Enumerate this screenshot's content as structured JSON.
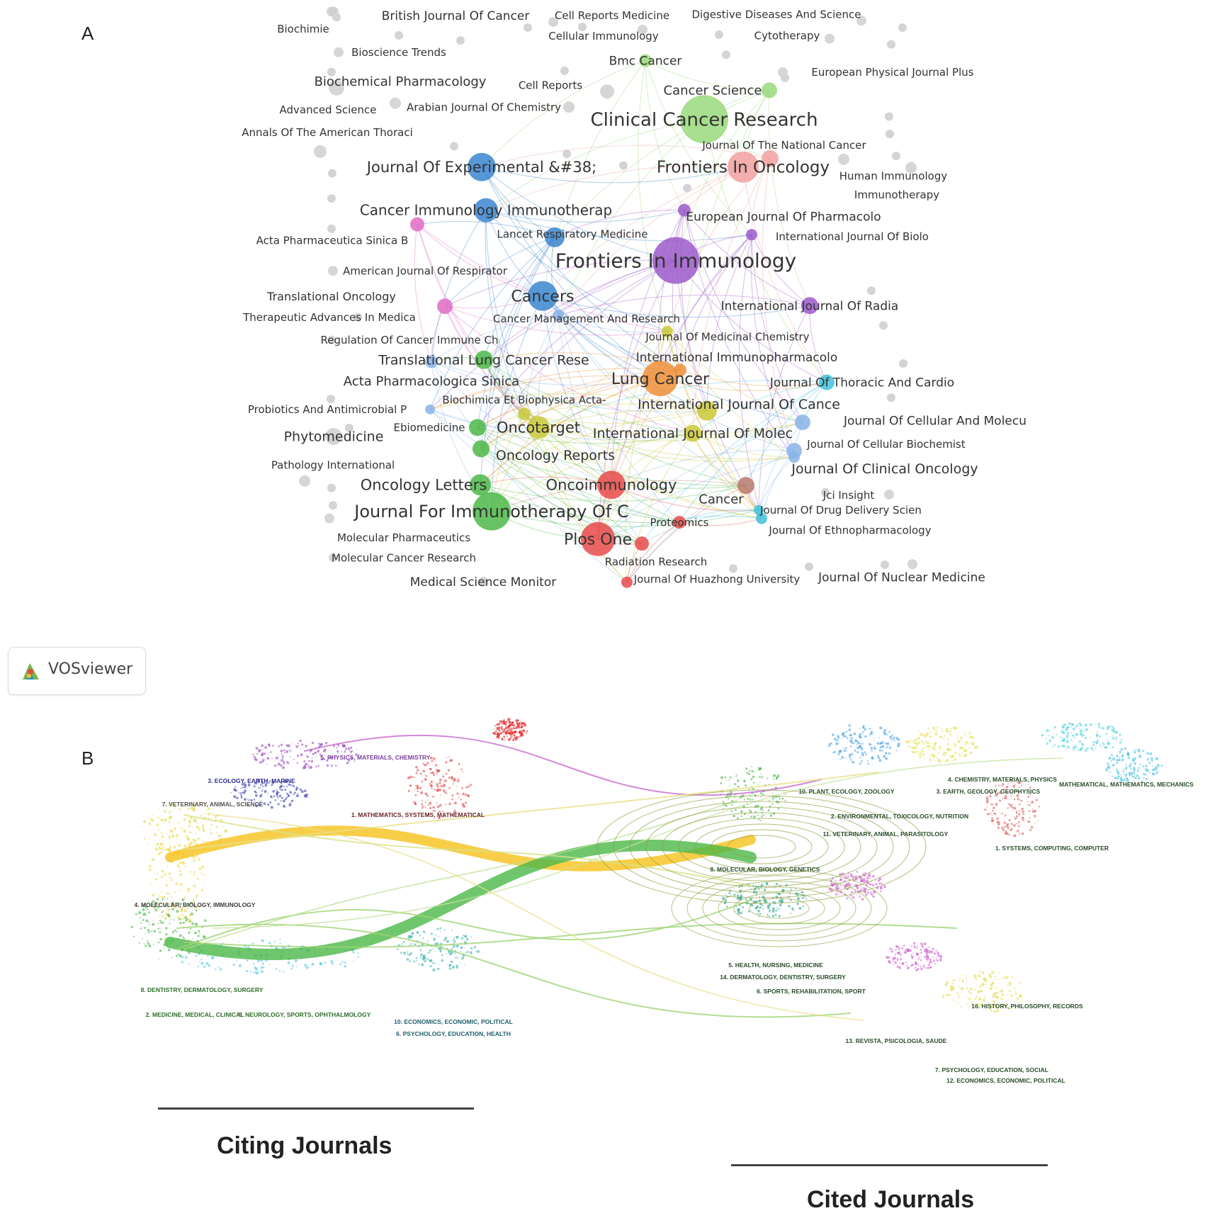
{
  "panel_a": {
    "letter": "A",
    "labels": [
      "British Journal Of Cancer",
      "Biochimie",
      "Cell Reports Medicine",
      "Digestive Diseases And Science",
      "Cellular Immunology",
      "Cytotherapy",
      "Bioscience Trends",
      "Bmc Cancer",
      "European Physical Journal Plus",
      "Biochemical Pharmacology",
      "Cell Reports",
      "Cancer Science",
      "Advanced Science",
      "Arabian Journal Of Chemistry",
      "Clinical Cancer Research",
      "Annals Of The American Thoraci",
      "Journal Of The National Cancer",
      "Journal Of Experimental &#38;",
      "Frontiers In Oncology",
      "Human Immunology",
      "Immunotherapy",
      "Cancer Immunology Immunotherap",
      "European Journal Of Pharmacolo",
      "Lancet Respiratory Medicine",
      "Acta Pharmaceutica Sinica B",
      "International Journal Of Biolo",
      "Frontiers In Immunology",
      "American Journal Of Respirator",
      "Translational Oncology",
      "Cancers",
      "International Journal Of Radia",
      "Therapeutic Advances In Medica",
      "Cancer Management And Research",
      "Regulation Of Cancer Immune Ch",
      "Journal Of Medicinal Chemistry",
      "International Immunopharmacolo",
      "Translational Lung Cancer Rese",
      "Acta Pharmacologica Sinica",
      "Lung Cancer",
      "Journal Of Thoracic And Cardio",
      "Biochimica Et Biophysica Acta-",
      "International Journal Of Cance",
      "Probiotics And Antimicrobial P",
      "Oncotarget",
      "Journal Of Cellular And Molecu",
      "Ebiomedicine",
      "Phytomedicine",
      "International Journal Of Molec",
      "Journal Of Cellular Biochemist",
      "Oncology Reports",
      "Journal Of Clinical Oncology",
      "Pathology International",
      "Oncoimmunology",
      "Oncology Letters",
      "Jci Insight",
      "Cancer",
      "Journal For Immunotherapy Of C",
      "Journal Of Drug Delivery Scien",
      "Proteomics",
      "Molecular Pharmaceutics",
      "Journal Of Ethnopharmacology",
      "Plos One",
      "Molecular Cancer Research",
      "Radiation Research",
      "Medical Science Monitor",
      "Journal Of Huazhong University",
      "Journal Of Nuclear Medicine"
    ]
  },
  "badge": {
    "name": "VOSviewer",
    "icon": "vosviewer-logo-icon"
  },
  "panel_b": {
    "letter": "B",
    "left_labels": [
      "5. PHYSICS, MATERIALS, CHEMISTRY",
      "3. ECOLOGY, EARTH, MARINE",
      "7. VETERINARY, ANIMAL, SCIENCE",
      "1. MATHEMATICS, SYSTEMS, MATHEMATICAL",
      "4. MOLECULAR, BIOLOGY, IMMUNOLOGY",
      "8. DENTISTRY, DERMATOLOGY, SURGERY",
      "2. MEDICINE, MEDICAL, CLINICAL",
      "9. NEUROLOGY, SPORTS, OPHTHALMOLOGY",
      "10. ECONOMICS, ECONOMIC, POLITICAL",
      "6. PSYCHOLOGY, EDUCATION, HEALTH"
    ],
    "right_labels": [
      "4. CHEMISTRY, MATERIALS, PHYSICS",
      "10. PLANT, ECOLOGY, ZOOLOGY",
      "3. EARTH, GEOLOGY, GEOPHYSICS",
      "MATHEMATICAL, MATHEMATICS, MECHANICS",
      "2. ENVIRONMENTAL, TOXICOLOGY, NUTRITION",
      "11. VETERINARY, ANIMAL, PARASITOLOGY",
      "1. SYSTEMS, COMPUTING, COMPUTER",
      "8. MOLECULAR, BIOLOGY, GENETICS",
      "5. HEALTH, NURSING, MEDICINE",
      "14. DERMATOLOGY, DENTISTRY, SURGERY",
      "6. SPORTS, REHABILITATION, SPORT",
      "16. HISTORY, PHILOSOPHY, RECORDS",
      "13. REVISTA, PSICOLOGIA, SAUDE",
      "7. PSYCHOLOGY, EDUCATION, SOCIAL",
      "12. ECONOMICS, ECONOMIC, POLITICAL"
    ],
    "citing_caption": "Citing Journals",
    "cited_caption": "Cited Journals"
  }
}
